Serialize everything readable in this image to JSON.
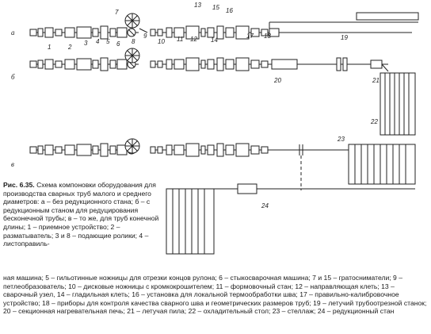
{
  "rows": {
    "a": {
      "letter": "а",
      "labels": [
        "1",
        "2",
        "3",
        "4",
        "5",
        "6",
        "7",
        "8",
        "9",
        "10",
        "11",
        "12",
        "13",
        "14",
        "15",
        "16",
        "17",
        "18",
        "19"
      ]
    },
    "b": {
      "letter": "б",
      "labels": [
        "20",
        "21",
        "22"
      ]
    },
    "c": {
      "letter": "в",
      "labels": [
        "23",
        "24"
      ]
    }
  },
  "caption": {
    "lead": "Рис. 6.35.",
    "left_text": "Схема компоновки оборудования для производства сварных труб малого и среднего диаметров: а – без редукционного стана; б – с редукционным станом для редуцирования бесконечной трубы; в – то же, для труб конечной длины; 1 – приемное устройство; 2 – разматыватель; 3 и 8 – подающие ролики; 4 – листоправиль-",
    "bottom_text": "ная машина; 5 – гильотинные ножницы для отрезки концов рулона; 6 – стыкосварочная машина; 7 и 15 – гратосниматели; 9 – петлеобразователь; 10 – дисковые ножницы с кромкокрошителем; 11 – формовочный стан; 12 – направляющая клеть; 13 – сварочный узел, 14 – гладильная клеть; 16 – установка для локальной термообработки шва; 17 – правильно-калибровочное устройство; 18 – приборы для контроля качества сварного шва и геометрических размеров труб; 19 – летучий трубоотрезной станок; 20 – секционная нагревательная печь; 21 – летучая пила; 22 – охладительный стол; 23 – стеллаж; 24 – редукционный стан"
  }
}
